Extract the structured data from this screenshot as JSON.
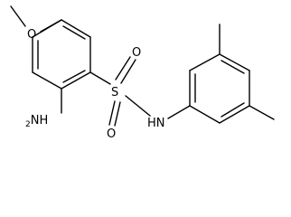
{
  "molecule": {
    "atoms": {
      "methoxy_o": "O",
      "sulfur": "S",
      "sulfonyl_o_top": "O",
      "sulfonyl_o_bottom": "O",
      "amide_n": "N",
      "amide_h": "H",
      "amino_n": "NH",
      "amino_sub": "2"
    }
  },
  "colors": {
    "bond": "#000000",
    "text": "#000000",
    "background": "#ffffff"
  }
}
